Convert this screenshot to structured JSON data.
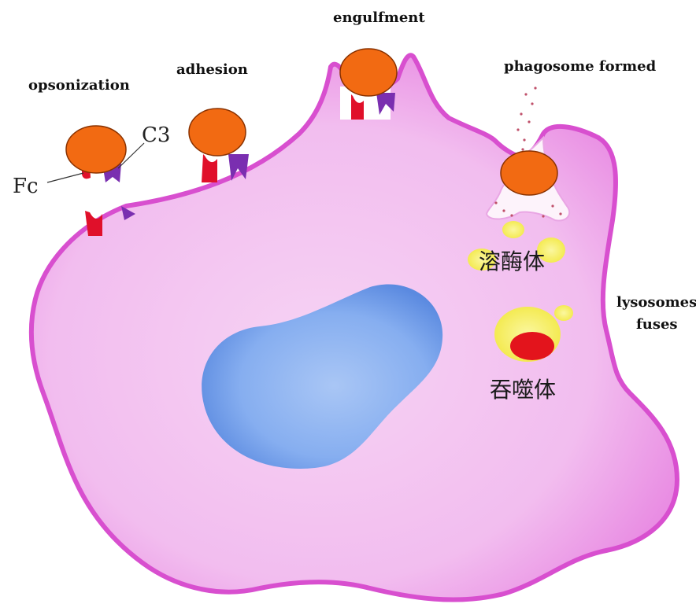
{
  "stages": {
    "opsonization": "opsonization",
    "adhesion": "adhesion",
    "engulfment": "engulfment",
    "phagosome_formed": "phagosome formed",
    "lysosomes_fuses_line1": "lysosomes",
    "lysosomes_fuses_line2": "fuses"
  },
  "parts": {
    "fc": "Fc",
    "c3": "C3"
  },
  "organelles": {
    "lysosome": "溶酶体",
    "phagosome": "吞噬体"
  },
  "colors": {
    "cell_membrane": "#e055d6",
    "cytoplasm": "#f3c2ef",
    "nucleus": "#6b9be8",
    "bacterium": "#f26a12",
    "fc_receptor": "#e0102a",
    "c3_receptor": "#7a2fb0",
    "lysosome": "#f5f05a"
  }
}
